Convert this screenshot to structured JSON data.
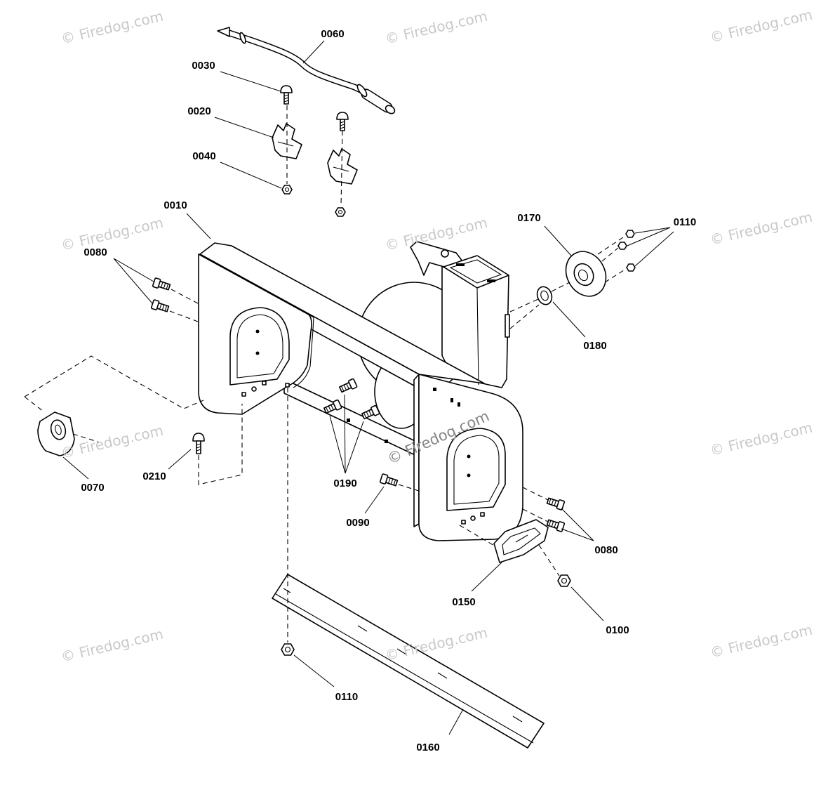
{
  "watermark": "© Firedog.com",
  "callouts": [
    "0060",
    "0030",
    "0020",
    "0040",
    "0010",
    "0080",
    "0170",
    "0110",
    "0180",
    "0210",
    "0070",
    "0190",
    "0090",
    "0080",
    "0150",
    "0100",
    "0110",
    "0160"
  ]
}
